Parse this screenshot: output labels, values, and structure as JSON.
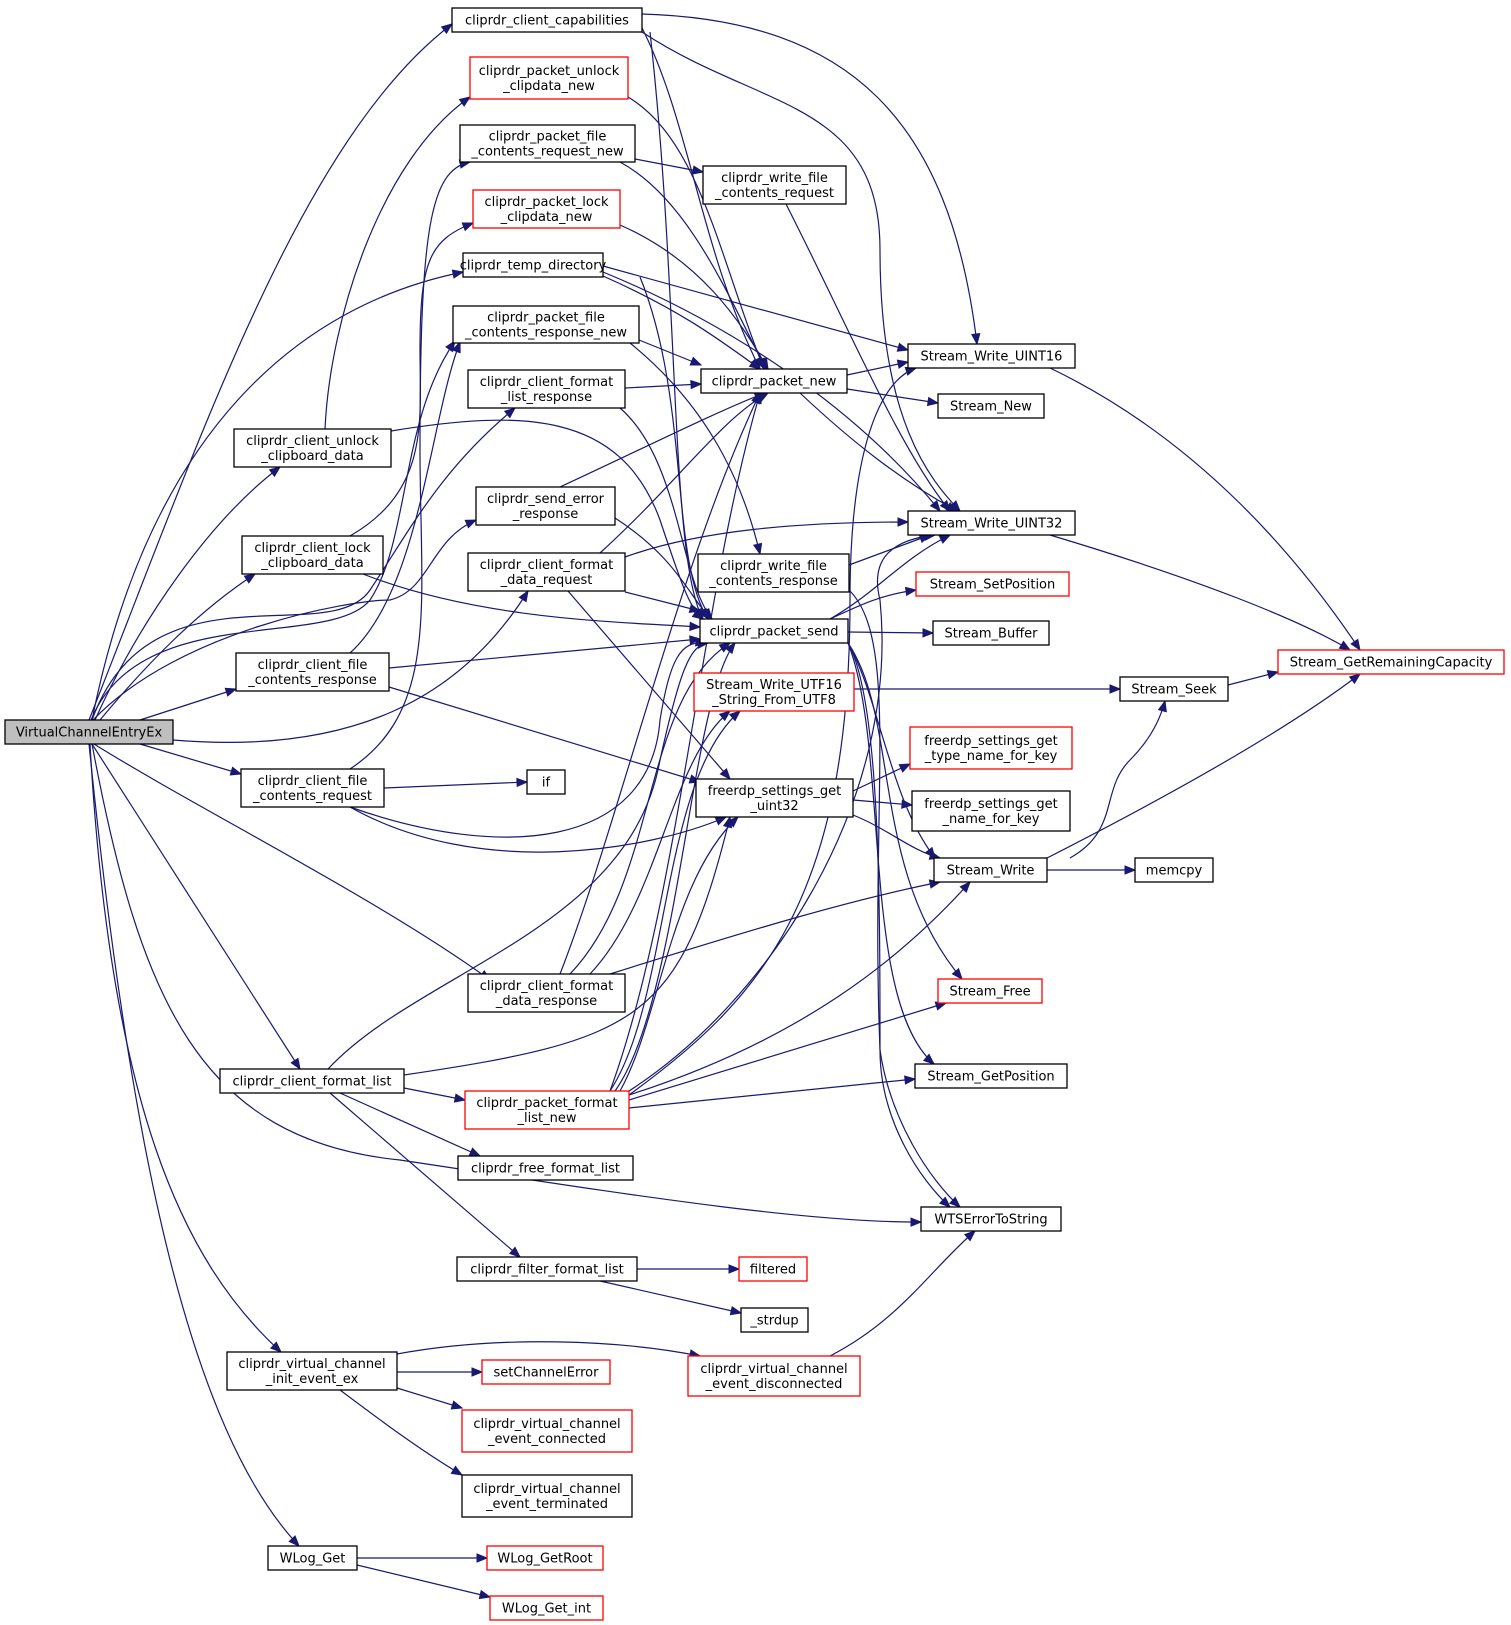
{
  "colors": {
    "edge": "#191970",
    "normal_border": "#000000",
    "truncated_border": "#ff0000",
    "root_fill": "#bfbfbf",
    "node_fill": "#ffffff"
  },
  "nodes": [
    {
      "id": "root",
      "lines": [
        "VirtualChannelEntryEx"
      ],
      "kind": "root"
    },
    {
      "id": "n_caps",
      "lines": [
        "cliprdr_client_capabilities"
      ],
      "kind": "normal"
    },
    {
      "id": "n_unlock_new",
      "lines": [
        "cliprdr_packet_unlock",
        "_clipdata_new"
      ],
      "kind": "truncated"
    },
    {
      "id": "n_fcreq_new",
      "lines": [
        "cliprdr_packet_file",
        "_contents_request_new"
      ],
      "kind": "normal"
    },
    {
      "id": "n_lock_new",
      "lines": [
        "cliprdr_packet_lock",
        "_clipdata_new"
      ],
      "kind": "truncated"
    },
    {
      "id": "n_tempdir",
      "lines": [
        "cliprdr_temp_directory"
      ],
      "kind": "normal"
    },
    {
      "id": "n_fcresp_new",
      "lines": [
        "cliprdr_packet_file",
        "_contents_response_new"
      ],
      "kind": "normal"
    },
    {
      "id": "n_fmtlist_resp",
      "lines": [
        "cliprdr_client_format",
        "_list_response"
      ],
      "kind": "normal"
    },
    {
      "id": "n_unlock_cb",
      "lines": [
        "cliprdr_client_unlock",
        "_clipboard_data"
      ],
      "kind": "normal"
    },
    {
      "id": "n_send_err",
      "lines": [
        "cliprdr_send_error",
        "_response"
      ],
      "kind": "normal"
    },
    {
      "id": "n_lock_cb",
      "lines": [
        "cliprdr_client_lock",
        "_clipboard_data"
      ],
      "kind": "normal"
    },
    {
      "id": "n_fmtdata_req",
      "lines": [
        "cliprdr_client_format",
        "_data_request"
      ],
      "kind": "normal"
    },
    {
      "id": "n_fc_resp",
      "lines": [
        "cliprdr_client_file",
        "_contents_response"
      ],
      "kind": "normal"
    },
    {
      "id": "n_fc_req",
      "lines": [
        "cliprdr_client_file",
        "_contents_request"
      ],
      "kind": "normal"
    },
    {
      "id": "n_if",
      "lines": [
        "if"
      ],
      "kind": "normal"
    },
    {
      "id": "n_fmtdata_resp",
      "lines": [
        "cliprdr_client_format",
        "_data_response"
      ],
      "kind": "normal"
    },
    {
      "id": "n_fmtlist",
      "lines": [
        "cliprdr_client_format_list"
      ],
      "kind": "normal"
    },
    {
      "id": "n_pkt_fmtlist_new",
      "lines": [
        "cliprdr_packet_format",
        "_list_new"
      ],
      "kind": "truncated"
    },
    {
      "id": "n_free_fmtlist",
      "lines": [
        "cliprdr_free_format_list"
      ],
      "kind": "normal"
    },
    {
      "id": "n_filter_fmtlist",
      "lines": [
        "cliprdr_filter_format_list"
      ],
      "kind": "normal"
    },
    {
      "id": "n_vc_init",
      "lines": [
        "cliprdr_virtual_channel",
        "_init_event_ex"
      ],
      "kind": "normal"
    },
    {
      "id": "n_setchanerr",
      "lines": [
        "setChannelError"
      ],
      "kind": "truncated"
    },
    {
      "id": "n_vc_connected",
      "lines": [
        "cliprdr_virtual_channel",
        "_event_connected"
      ],
      "kind": "truncated"
    },
    {
      "id": "n_vc_terminated",
      "lines": [
        "cliprdr_virtual_channel",
        "_event_terminated"
      ],
      "kind": "normal"
    },
    {
      "id": "n_wlog_get",
      "lines": [
        "WLog_Get"
      ],
      "kind": "normal"
    },
    {
      "id": "n_wlog_root",
      "lines": [
        "WLog_GetRoot"
      ],
      "kind": "truncated"
    },
    {
      "id": "n_wlog_int",
      "lines": [
        "WLog_Get_int"
      ],
      "kind": "truncated"
    },
    {
      "id": "n_write_fcreq",
      "lines": [
        "cliprdr_write_file",
        "_contents_request"
      ],
      "kind": "normal"
    },
    {
      "id": "n_pkt_new",
      "lines": [
        "cliprdr_packet_new"
      ],
      "kind": "normal"
    },
    {
      "id": "n_write_fcresp",
      "lines": [
        "cliprdr_write_file",
        "_contents_response"
      ],
      "kind": "normal"
    },
    {
      "id": "n_pkt_send",
      "lines": [
        "cliprdr_packet_send"
      ],
      "kind": "normal"
    },
    {
      "id": "n_utf16",
      "lines": [
        "Stream_Write_UTF16",
        "_String_From_UTF8"
      ],
      "kind": "truncated"
    },
    {
      "id": "n_settings_u32",
      "lines": [
        "freerdp_settings_get",
        "_uint32"
      ],
      "kind": "normal"
    },
    {
      "id": "n_filtered",
      "lines": [
        "filtered"
      ],
      "kind": "truncated"
    },
    {
      "id": "n_strdup",
      "lines": [
        "_strdup"
      ],
      "kind": "normal"
    },
    {
      "id": "n_vc_disconnected",
      "lines": [
        "cliprdr_virtual_channel",
        "_event_disconnected"
      ],
      "kind": "truncated"
    },
    {
      "id": "n_sw_u16",
      "lines": [
        "Stream_Write_UINT16"
      ],
      "kind": "normal"
    },
    {
      "id": "n_stream_new",
      "lines": [
        "Stream_New"
      ],
      "kind": "normal"
    },
    {
      "id": "n_sw_u32",
      "lines": [
        "Stream_Write_UINT32"
      ],
      "kind": "normal"
    },
    {
      "id": "n_setpos",
      "lines": [
        "Stream_SetPosition"
      ],
      "kind": "truncated"
    },
    {
      "id": "n_buffer",
      "lines": [
        "Stream_Buffer"
      ],
      "kind": "normal"
    },
    {
      "id": "n_typename",
      "lines": [
        "freerdp_settings_get",
        "_type_name_for_key"
      ],
      "kind": "truncated"
    },
    {
      "id": "n_namekey",
      "lines": [
        "freerdp_settings_get",
        "_name_for_key"
      ],
      "kind": "normal"
    },
    {
      "id": "n_swrite",
      "lines": [
        "Stream_Write"
      ],
      "kind": "normal"
    },
    {
      "id": "n_sfree",
      "lines": [
        "Stream_Free"
      ],
      "kind": "truncated"
    },
    {
      "id": "n_getpos",
      "lines": [
        "Stream_GetPosition"
      ],
      "kind": "normal"
    },
    {
      "id": "n_wts",
      "lines": [
        "WTSErrorToString"
      ],
      "kind": "normal"
    },
    {
      "id": "n_seek",
      "lines": [
        "Stream_Seek"
      ],
      "kind": "normal"
    },
    {
      "id": "n_memcpy",
      "lines": [
        "memcpy"
      ],
      "kind": "normal"
    },
    {
      "id": "n_remcap",
      "lines": [
        "Stream_GetRemainingCapacity"
      ],
      "kind": "truncated"
    }
  ]
}
